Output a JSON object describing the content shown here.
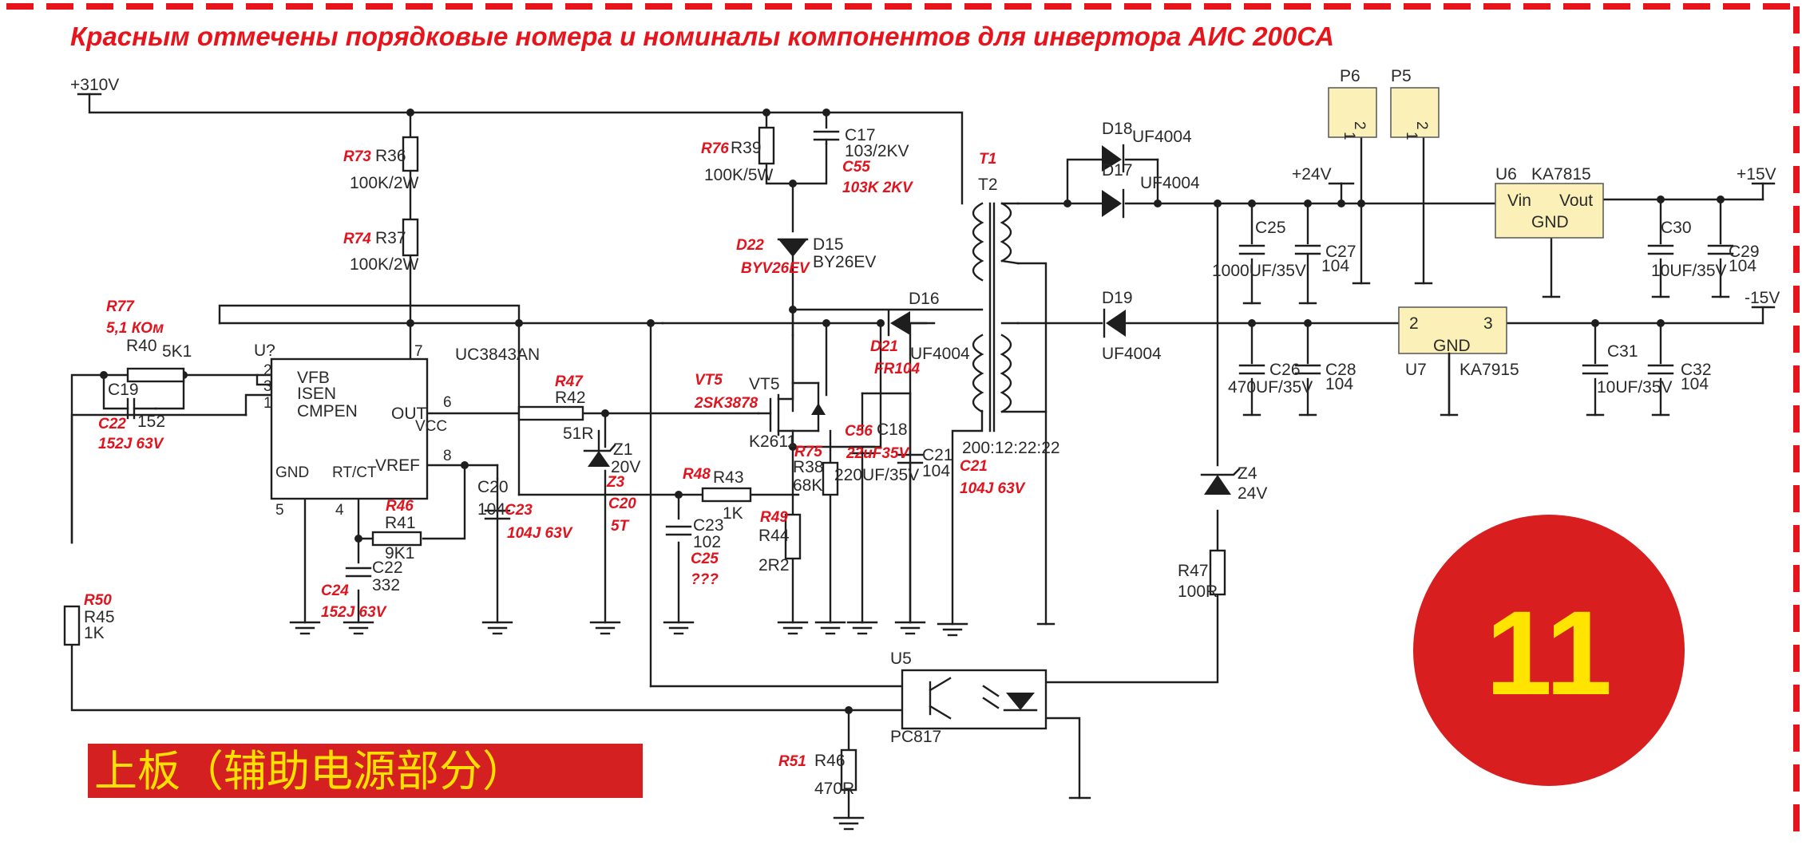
{
  "title": "Красным отмечены порядковые номера и номиналы компонентов для инвертора АИС 200СА",
  "badge_number": "11",
  "chinese_label": "上板（辅助电源部分）",
  "colors": {
    "title": "#e8141c",
    "border": "#e8141c",
    "badge_fill": "#d81e1e",
    "badge_text": "#ffe400",
    "wire": "#1e1e1e",
    "connector": "#fbf1b8"
  },
  "rails": {
    "in": "+310V",
    "p24": "+24V",
    "p15": "+15V",
    "m15": "-15V"
  },
  "ic_main": {
    "ref": "U?",
    "part": "UC3843AN",
    "vfb": "VFB",
    "isen": "ISEN",
    "cmpen": "CMPEN",
    "out": "OUT",
    "vref": "VREF",
    "gnd": "GND",
    "vcc": "VCC",
    "rtct": "RT/CT",
    "p2": "2",
    "p3": "3",
    "p1": "1",
    "p7": "7",
    "p6": "6",
    "p8": "8",
    "p4": "4",
    "p5": "5"
  },
  "black": {
    "r36": "R36",
    "r36v": "100K/2W",
    "r37": "R37",
    "r37v": "100K/2W",
    "r40": "R40",
    "r40v": "5K1",
    "c19": "C19",
    "c19v": "152",
    "r39": "R39",
    "r39v": "100K/5W",
    "c17": "C17",
    "c17v": "103/2KV",
    "d15": "D15",
    "d15v": "BY26EV",
    "d16": "D16",
    "d16v": "UF4004",
    "vt5": "VT5",
    "vt5v": "K2611",
    "r42": "R42",
    "r42v": "51R",
    "z1": "Z1",
    "z1v": "20V",
    "r43": "R43",
    "r43v": "1K",
    "c23": "C23",
    "c23v": "102",
    "r38": "R38",
    "r38v": "68K",
    "r44": "R44",
    "r44v": "2R2",
    "c18": "C18",
    "c18v": "220UF/35V",
    "c21": "C21",
    "c21v": "104",
    "c20": "C20",
    "c20v": "104",
    "r41": "R41",
    "r41v": "9K1",
    "c22": "C22",
    "c22v": "332",
    "r45": "R45",
    "r45v": "1K",
    "t2": "T2",
    "t2v": "200:12:22:22",
    "d18": "D18",
    "d18v": "UF4004",
    "d17": "D17",
    "d17v": "UF4004",
    "d19": "D19",
    "d19v": "UF4004",
    "c25": "C25",
    "c25v": "1000UF/35V",
    "c27": "C27",
    "c27v": "104",
    "c26": "C26",
    "c26v": "470UF/35V",
    "c28": "C28",
    "c28v": "104",
    "p6": "P6",
    "p5": "P5",
    "pin1": "1",
    "pin2": "2",
    "u6": "U6",
    "u6v": "KA7815",
    "vin": "Vin",
    "vout": "Vout",
    "u6gnd": "GND",
    "c30": "C30",
    "c30v": "10UF/35V",
    "c29": "C29",
    "c29v": "104",
    "u7": "U7",
    "u7v": "KA7915",
    "u7gnd": "GND",
    "u7p2": "2",
    "u7p3": "3",
    "c31": "C31",
    "c31v": "10UF/35V",
    "c32": "C32",
    "c32v": "104",
    "z4": "Z4",
    "z4v": "24V",
    "r47b": "R47",
    "r47bv": "100R",
    "u5": "U5",
    "u5v": "PC817",
    "r46b": "R46",
    "r46bv": "470R"
  },
  "red": {
    "r73": "R73",
    "r74": "R74",
    "r77": "R77",
    "r77v": "5,1 КОм",
    "c22": "C22",
    "c22v": "152J 63V",
    "r76": "R76",
    "c55": "C55",
    "c55v": "103K  2KV",
    "d22": "D22",
    "d22v": "BYV26EV",
    "t1": "T1",
    "d21": "D21",
    "d21v": "FR104",
    "r47": "R47",
    "vt5": "VT5",
    "vt5v": "2SK3878",
    "z3": "Z3",
    "c20": "C20",
    "c20v": "5T",
    "r48": "R48",
    "c25": "C25",
    "c25v": "???",
    "r75": "R75",
    "r49": "R49",
    "c56": "C56",
    "c56v": "22uF35V",
    "c21": "C21",
    "c21v": "104J 63V",
    "c23": "C23",
    "c23v": "104J 63V",
    "r46": "R46",
    "c24": "C24",
    "c24v": "152J 63V",
    "r50": "R50",
    "r51": "R51"
  }
}
